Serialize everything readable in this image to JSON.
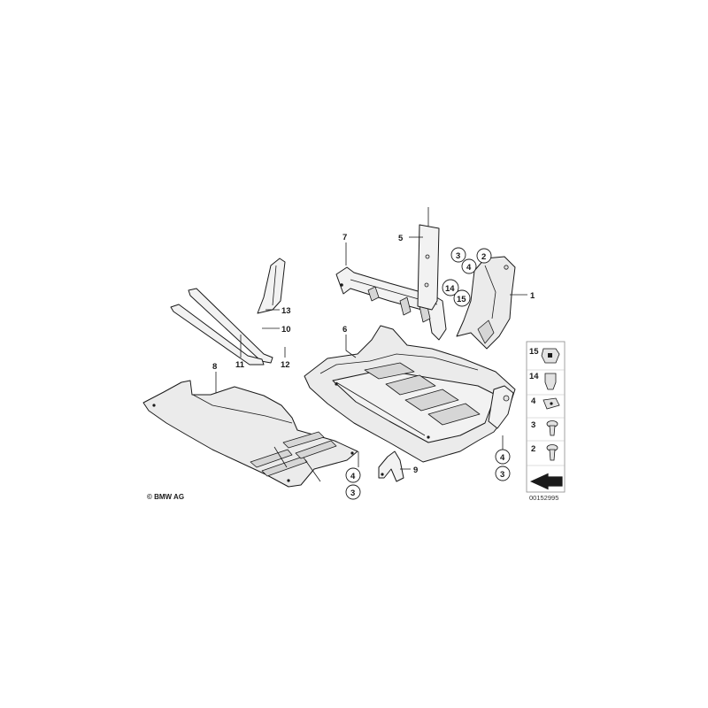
{
  "callouts": {
    "c1": "1",
    "c2": "2",
    "c3": "3",
    "c4": "4",
    "c5": "5",
    "c6": "6",
    "c7": "7",
    "c8": "8",
    "c9": "9",
    "c10": "10",
    "c11": "11",
    "c12": "12",
    "c13": "13",
    "c14": "14",
    "c15": "15"
  },
  "circled": {
    "top_3": "3",
    "top_4": "4",
    "top_2": "2",
    "top_14": "14",
    "top_15": "15",
    "mid_4": "4",
    "mid_3": "3",
    "right_4": "4",
    "right_3": "3"
  },
  "legend": {
    "items": [
      "15",
      "14",
      "4",
      "3",
      "2"
    ]
  },
  "footer": {
    "copyright": "© BMW AG",
    "image_number": "00152995"
  },
  "icons": {
    "legend_arrow": "arrow-right-icon",
    "copyright_mark": "copyright-icon"
  }
}
